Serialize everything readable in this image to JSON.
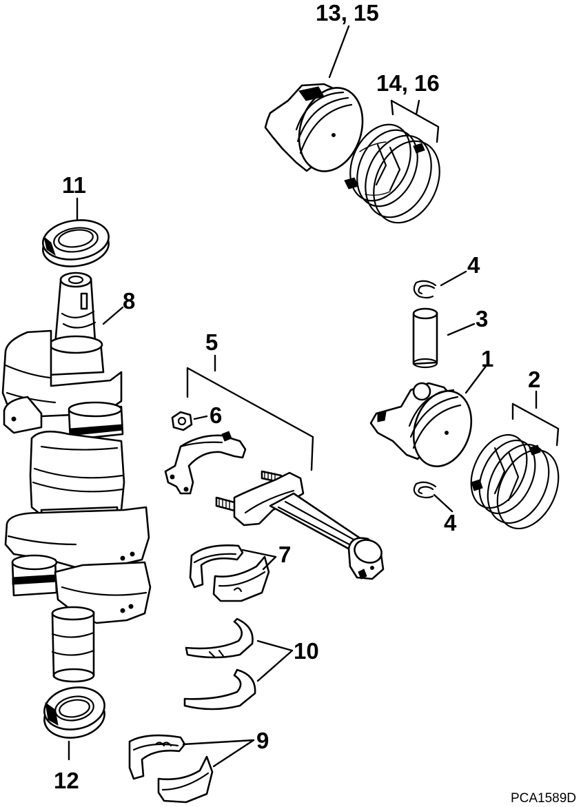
{
  "diagram": {
    "callouts": {
      "piston_pin_1_label": "1",
      "piston_rings_2_label": "2",
      "wrist_pin_3_label": "3",
      "clip_4_upper_label": "4",
      "clip_4_lower_label": "4",
      "connecting_rod_5_label": "5",
      "nut_6_label": "6",
      "rod_bearing_7_label": "7",
      "crankshaft_8_label": "8",
      "main_bearing_9_label": "9",
      "thrust_washer_10_label": "10",
      "oil_seal_11_label": "11",
      "oil_seal_12_label": "12",
      "piston_13_15_label": "13, 15",
      "piston_rings_14_16_label": "14, 16"
    },
    "reference_code": "PCA1589D"
  }
}
